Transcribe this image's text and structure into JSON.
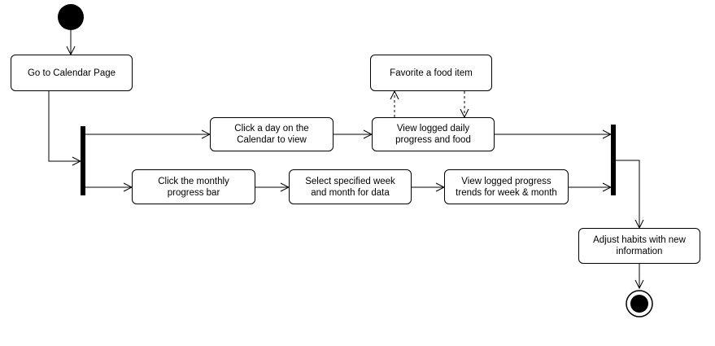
{
  "diagram": {
    "nodes": {
      "go_to_calendar": "Go to Calendar Page",
      "favorite_food": "Favorite a food item",
      "click_day": "Click a day on the\nCalendar to view",
      "view_daily": "View logged daily\nprogress and food",
      "click_monthly": "Click the monthly\nprogress bar",
      "select_week_month": "Select specified week\nand month for data",
      "view_trends": "View logged progress\ntrends for week & month",
      "adjust_habits": "Adjust habits with new\ninformation"
    },
    "colors": {
      "stroke": "#000000",
      "fill": "#ffffff"
    }
  }
}
